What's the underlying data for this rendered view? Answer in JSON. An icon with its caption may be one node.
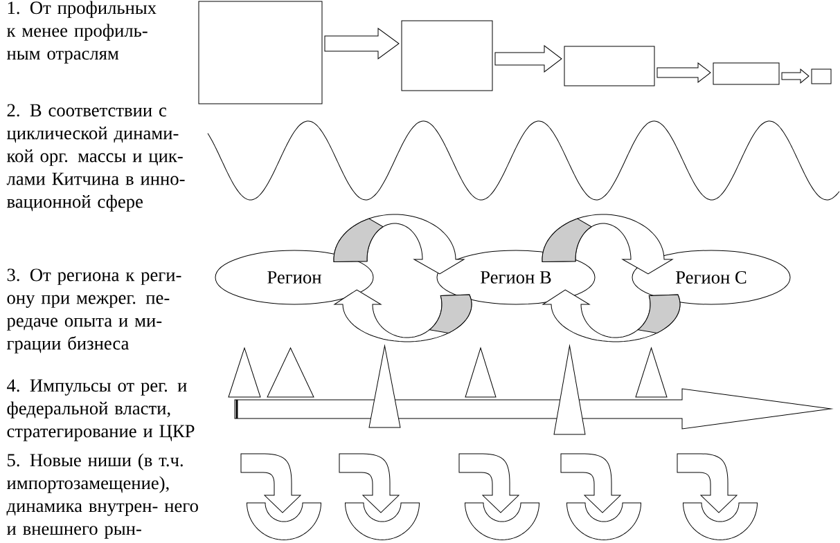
{
  "diagram": {
    "nodes": [
      {
        "text": [],
        "shape": "box"
      },
      {
        "text": [],
        "shape": "box"
      },
      {
        "text": [],
        "shape": "box"
      },
      {
        "text": [],
        "shape": "box"
      },
      {
        "text": [],
        "shape": "box"
      },
      {
        "text": [
          "Регион"
        ]
      },
      {
        "text": [
          "Регион B"
        ]
      },
      {
        "text": [
          "Регион C"
        ]
      }
    ],
    "edges": [
      {
        "from": 0,
        "to": 1,
        "arrow": "to"
      },
      {
        "from": 1,
        "to": 2,
        "arrow": "to"
      },
      {
        "from": 2,
        "to": 3,
        "arrow": "to"
      },
      {
        "from": 3,
        "to": 4,
        "arrow": "to"
      },
      {
        "from": 5,
        "to": 6,
        "arrow": "to"
      },
      {
        "from": 6,
        "to": 5,
        "arrow": "to"
      },
      {
        "from": 6,
        "to": 7,
        "arrow": "to"
      },
      {
        "from": 7,
        "to": 6,
        "arrow": "to"
      }
    ],
    "labels": [
      "1. От профильных к менее профиль- ным отраслям",
      "2. В соответствии с циклической динами- кой орг. массы и цик- лами Китчина в инно- вационной сфере",
      "3. От региона к реги- ону при межрег. пе- редаче опыта и ми- грации бизнеса",
      "4. Импульсы от рег. и федеральной власти, стратегирование и ЦКР",
      "5. Новые ниши (в т.ч. импортозамещение), динамика внутрен- него и внешнего рын-"
    ]
  }
}
